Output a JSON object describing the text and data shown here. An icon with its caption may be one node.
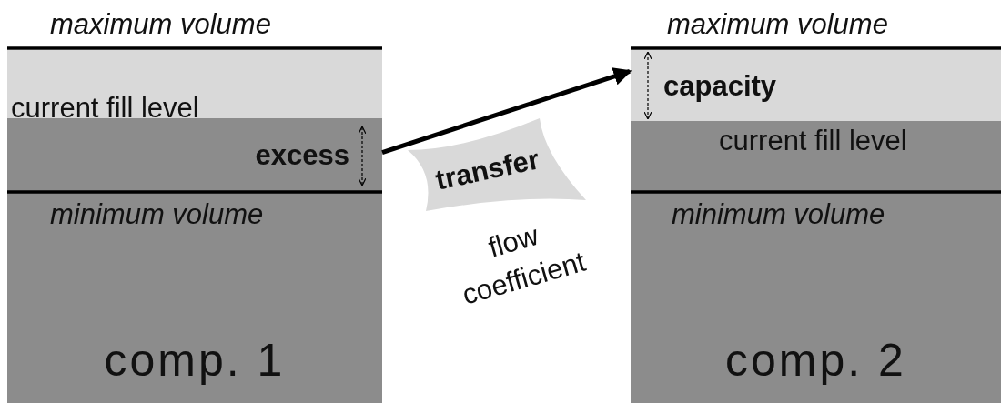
{
  "diagram": {
    "nodes": [
      {
        "text": [
          "comp. 1"
        ]
      },
      {
        "text": [
          "excess"
        ],
        "in": 0
      },
      {
        "text": [
          "transfer"
        ],
        "beside": [
          "flow coefficient"
        ]
      },
      {
        "text": [
          "comp. 2"
        ]
      },
      {
        "text": [
          "capacity"
        ],
        "in": 3
      }
    ],
    "edges": [
      {
        "from": 1,
        "to": 4,
        "arrow": "to"
      }
    ],
    "labels": [
      "maximum volume",
      "maximum volume",
      "current fill level",
      "current fill level",
      "minimum volume",
      "minimum volume"
    ]
  }
}
